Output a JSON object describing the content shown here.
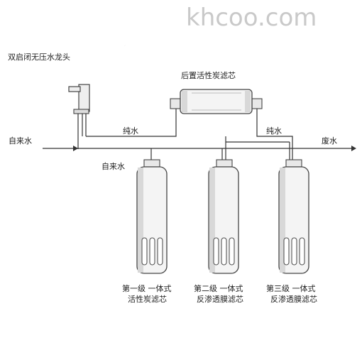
{
  "watermark": "khcoo.com",
  "labels": {
    "faucet": "双启闭无压水龙头",
    "post_filter": "后置活性炭滤芯",
    "tap_water": "自来水",
    "pure_water_left": "纯水",
    "pure_water_right": "纯水",
    "waste_water": "废水",
    "tap_water_lower": "自来水"
  },
  "stages": [
    {
      "line1": "第一级 一体式",
      "line2": "活性炭滤芯"
    },
    {
      "line1": "第二级 一体式",
      "line2": "反渗透膜滤芯"
    },
    {
      "line1": "第三级 一体式",
      "line2": "反渗透膜滤芯"
    }
  ]
}
